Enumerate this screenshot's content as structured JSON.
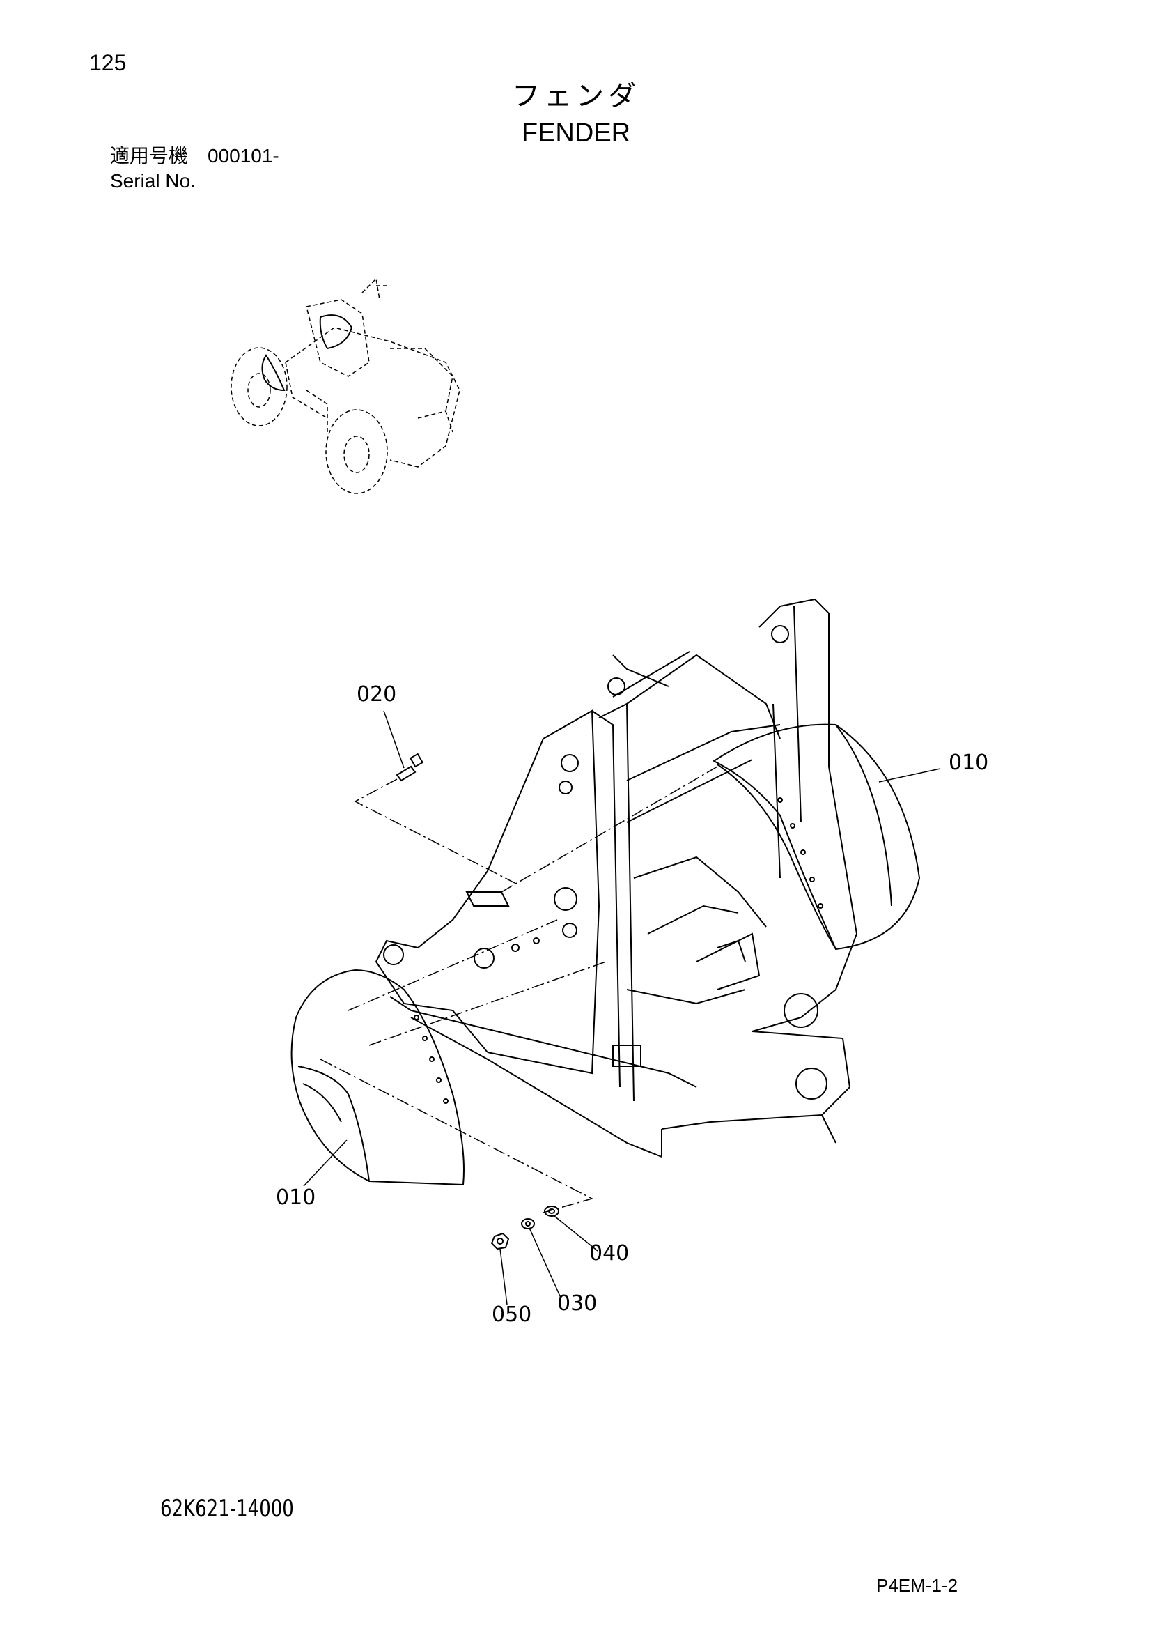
{
  "page": {
    "number": "125",
    "title_jp": "フェンダ",
    "title_en": "FENDER",
    "serial_label_jp": "適用号機　000101-",
    "serial_label_en": "Serial No.",
    "drawing_number": "62K621-14000",
    "page_code": "P4EM-1-2"
  },
  "callouts": {
    "c010_right": "010",
    "c010_left": "010",
    "c020": "020",
    "c030": "030",
    "c040": "040",
    "c050": "050"
  }
}
